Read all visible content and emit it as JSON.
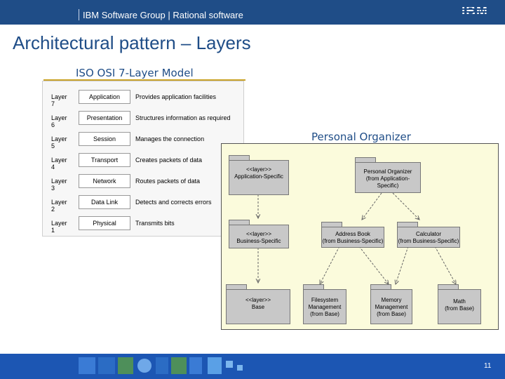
{
  "header": {
    "text": "IBM Software Group | Rational software",
    "logo": "IBM"
  },
  "slide": {
    "title": "Architectural pattern – Layers",
    "page_number": "11"
  },
  "osi": {
    "title": "ISO OSI 7-Layer Model",
    "rows": [
      {
        "layer": "Layer 7",
        "name": "Application",
        "desc": "Provides application facilities"
      },
      {
        "layer": "Layer 6",
        "name": "Presentation",
        "desc": "Structures information as required"
      },
      {
        "layer": "Layer 5",
        "name": "Session",
        "desc": "Manages the connection"
      },
      {
        "layer": "Layer 4",
        "name": "Transport",
        "desc": "Creates packets of data"
      },
      {
        "layer": "Layer 3",
        "name": "Network",
        "desc": "Routes packets of data"
      },
      {
        "layer": "Layer 2",
        "name": "Data Link",
        "desc": "Detects and corrects errors"
      },
      {
        "layer": "Layer 1",
        "name": "Physical",
        "desc": "Transmits bits"
      }
    ]
  },
  "organizer": {
    "title": "Personal Organizer",
    "layers": [
      {
        "label": "<<layer>>\nApplication-Specific"
      },
      {
        "label": "<<layer>>\nBusiness-Specific"
      },
      {
        "label": "<<layer>>\nBase"
      }
    ],
    "packages": [
      {
        "label": "Personal Organizer\n(from Application-Specific)"
      },
      {
        "label": "Address Book\n(from Business-Specific)"
      },
      {
        "label": "Calculator\n(from Business-Specific)"
      },
      {
        "label": "Filesystem\nManagement\n(from Base)"
      },
      {
        "label": "Memory\nManagement\n(from Base)"
      },
      {
        "label": "Math\n(from Base)"
      }
    ]
  },
  "colors": {
    "header": "#1f4d87",
    "footer": "#1c56b3",
    "title": "#1f4d87",
    "diagram_bg": "#fbfbdc",
    "package": "#c8c8c8"
  }
}
